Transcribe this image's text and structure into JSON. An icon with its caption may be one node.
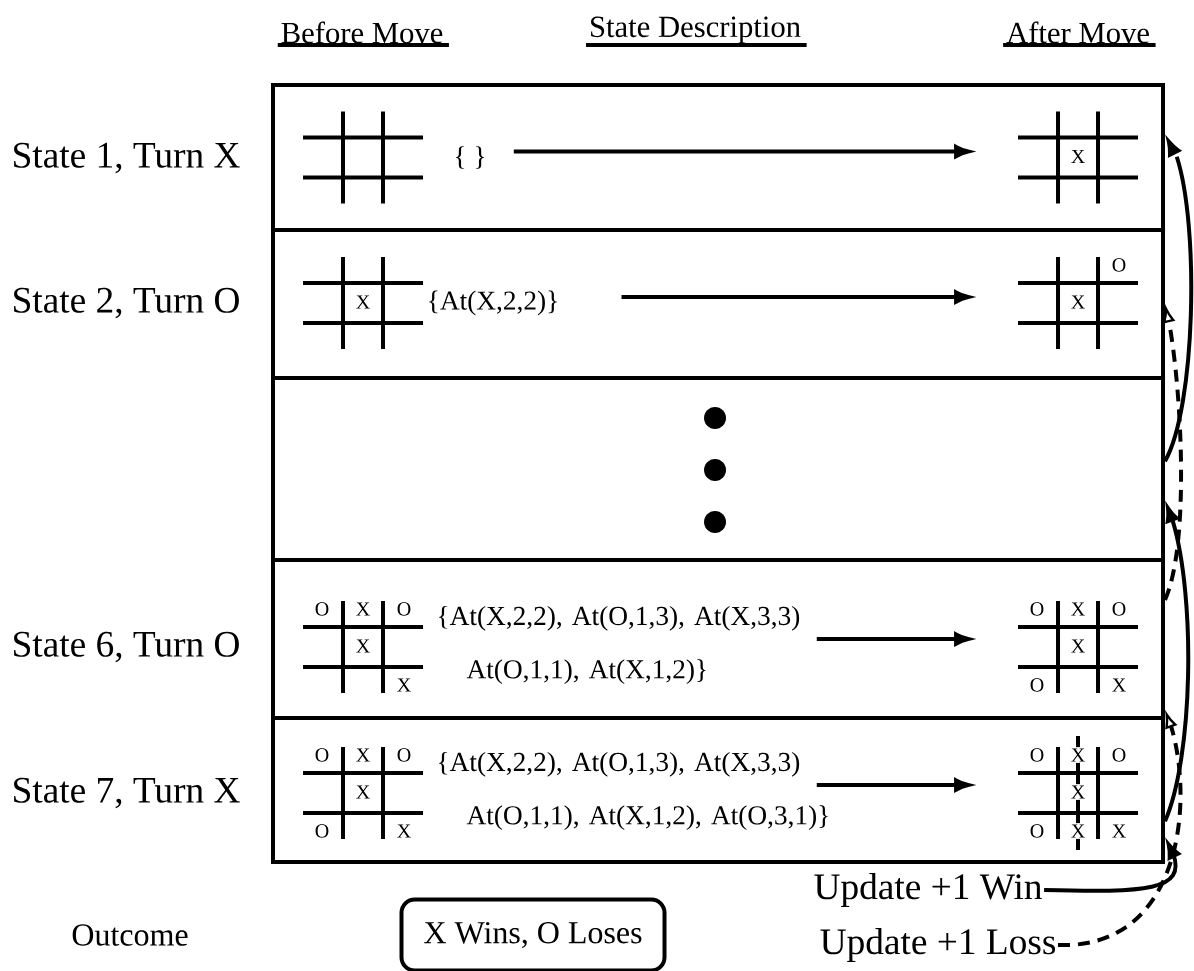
{
  "diagram": {
    "nodes": [
      {
        "text": [],
        "shape": "box"
      },
      {
        "text": [],
        "shape": "picture",
        "in": 0
      },
      {
        "text": [
          "{ }"
        ],
        "in": 0
      },
      {
        "text": [
          "X"
        ],
        "in": 0
      },
      {
        "text": [],
        "shape": "box"
      },
      {
        "text": [
          "X"
        ],
        "in": 4
      },
      {
        "text": [
          "{At(X,2,2)}"
        ],
        "in": 4
      },
      {
        "text": [
          "O",
          "X"
        ],
        "in": 4
      },
      {
        "text": [],
        "shape": "box"
      },
      {
        "text": [],
        "shape": "box"
      },
      {
        "text": [
          "O",
          "X",
          "O",
          "X",
          "X"
        ],
        "in": 9
      },
      {
        "text": [
          "{At(X,2,2), At(O,1,3), At(X,3,3) At(O,1,1), At(X,1,2)}"
        ],
        "in": 9
      },
      {
        "text": [
          "O",
          "X",
          "O",
          "X",
          "O",
          "X"
        ],
        "in": 9
      },
      {
        "text": [],
        "shape": "box"
      },
      {
        "text": [
          "O",
          "X",
          "O",
          "X",
          "O",
          "X"
        ],
        "in": 13
      },
      {
        "text": [
          "{At(X,2,2), At(O,1,3), At(X,3,3) At(O,1,1), At(X,1,2), At(O,3,1)}"
        ],
        "in": 13
      },
      {
        "text": [
          "O",
          "X",
          "O",
          "X",
          "O",
          "X",
          "X"
        ],
        "in": 13
      },
      {
        "text": [
          "X Wins, O Loses"
        ]
      },
      {
        "text": [
          "Update +1 Win"
        ]
      },
      {
        "text": [
          "Update +1 Loss"
        ]
      }
    ],
    "edges": [
      {
        "from": 2,
        "to": 3,
        "arrow": "to"
      },
      {
        "from": 6,
        "to": 7,
        "arrow": "to"
      },
      {
        "from": 11,
        "to": 12,
        "arrow": "to"
      },
      {
        "from": 15,
        "to": 16,
        "arrow": "to"
      },
      {
        "from": 8,
        "to": 0,
        "arrow": "to"
      },
      {
        "from": 9,
        "to": 4,
        "arrow": "to",
        "style": "dashed"
      },
      {
        "from": 13,
        "to": 8,
        "arrow": "to"
      },
      {
        "from": 18,
        "to": 13,
        "arrow": "to"
      },
      {
        "from": 19,
        "to": 9,
        "arrow": "to",
        "style": "dashed"
      }
    ],
    "labels": [
      "Before Move",
      "State Description",
      "After Move",
      "State 1, Turn X",
      "State 2, Turn O",
      "State 6, Turn O",
      "State 7, Turn X",
      "Outcome"
    ]
  }
}
